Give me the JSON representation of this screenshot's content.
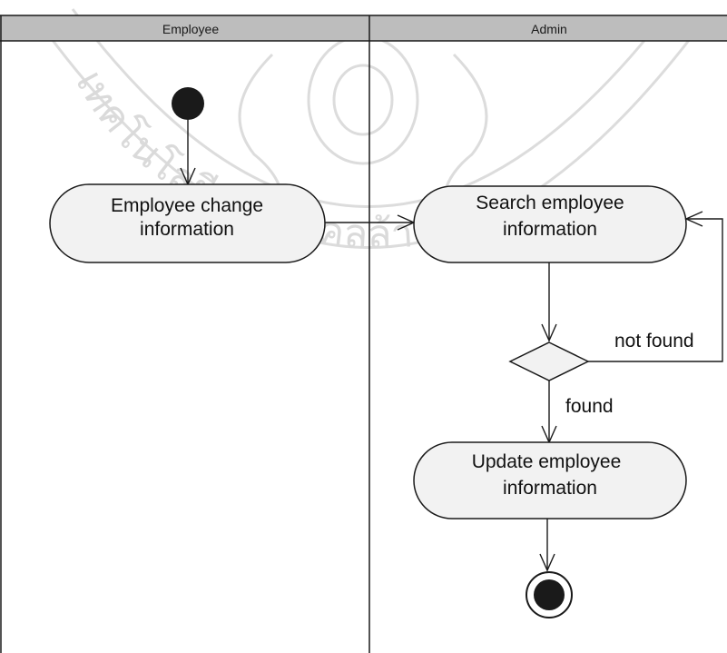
{
  "lanes": {
    "employee_title": "Employee",
    "admin_title": "Admin"
  },
  "actions": {
    "employee_change": [
      "Employee change",
      "information"
    ],
    "search_employee": [
      "Search employee",
      "information"
    ],
    "update_employee": [
      "Update employee",
      "information"
    ]
  },
  "guards": {
    "not_found": "not found",
    "found": "found"
  },
  "watermark": {
    "text": "เทคโนโลยีราชมงคลล้านนา"
  },
  "colors": {
    "header_bar": "#bdbdbd",
    "action_fill": "#f2f2f2",
    "line": "#1a1a1a",
    "watermark": "#d9d9d9"
  }
}
